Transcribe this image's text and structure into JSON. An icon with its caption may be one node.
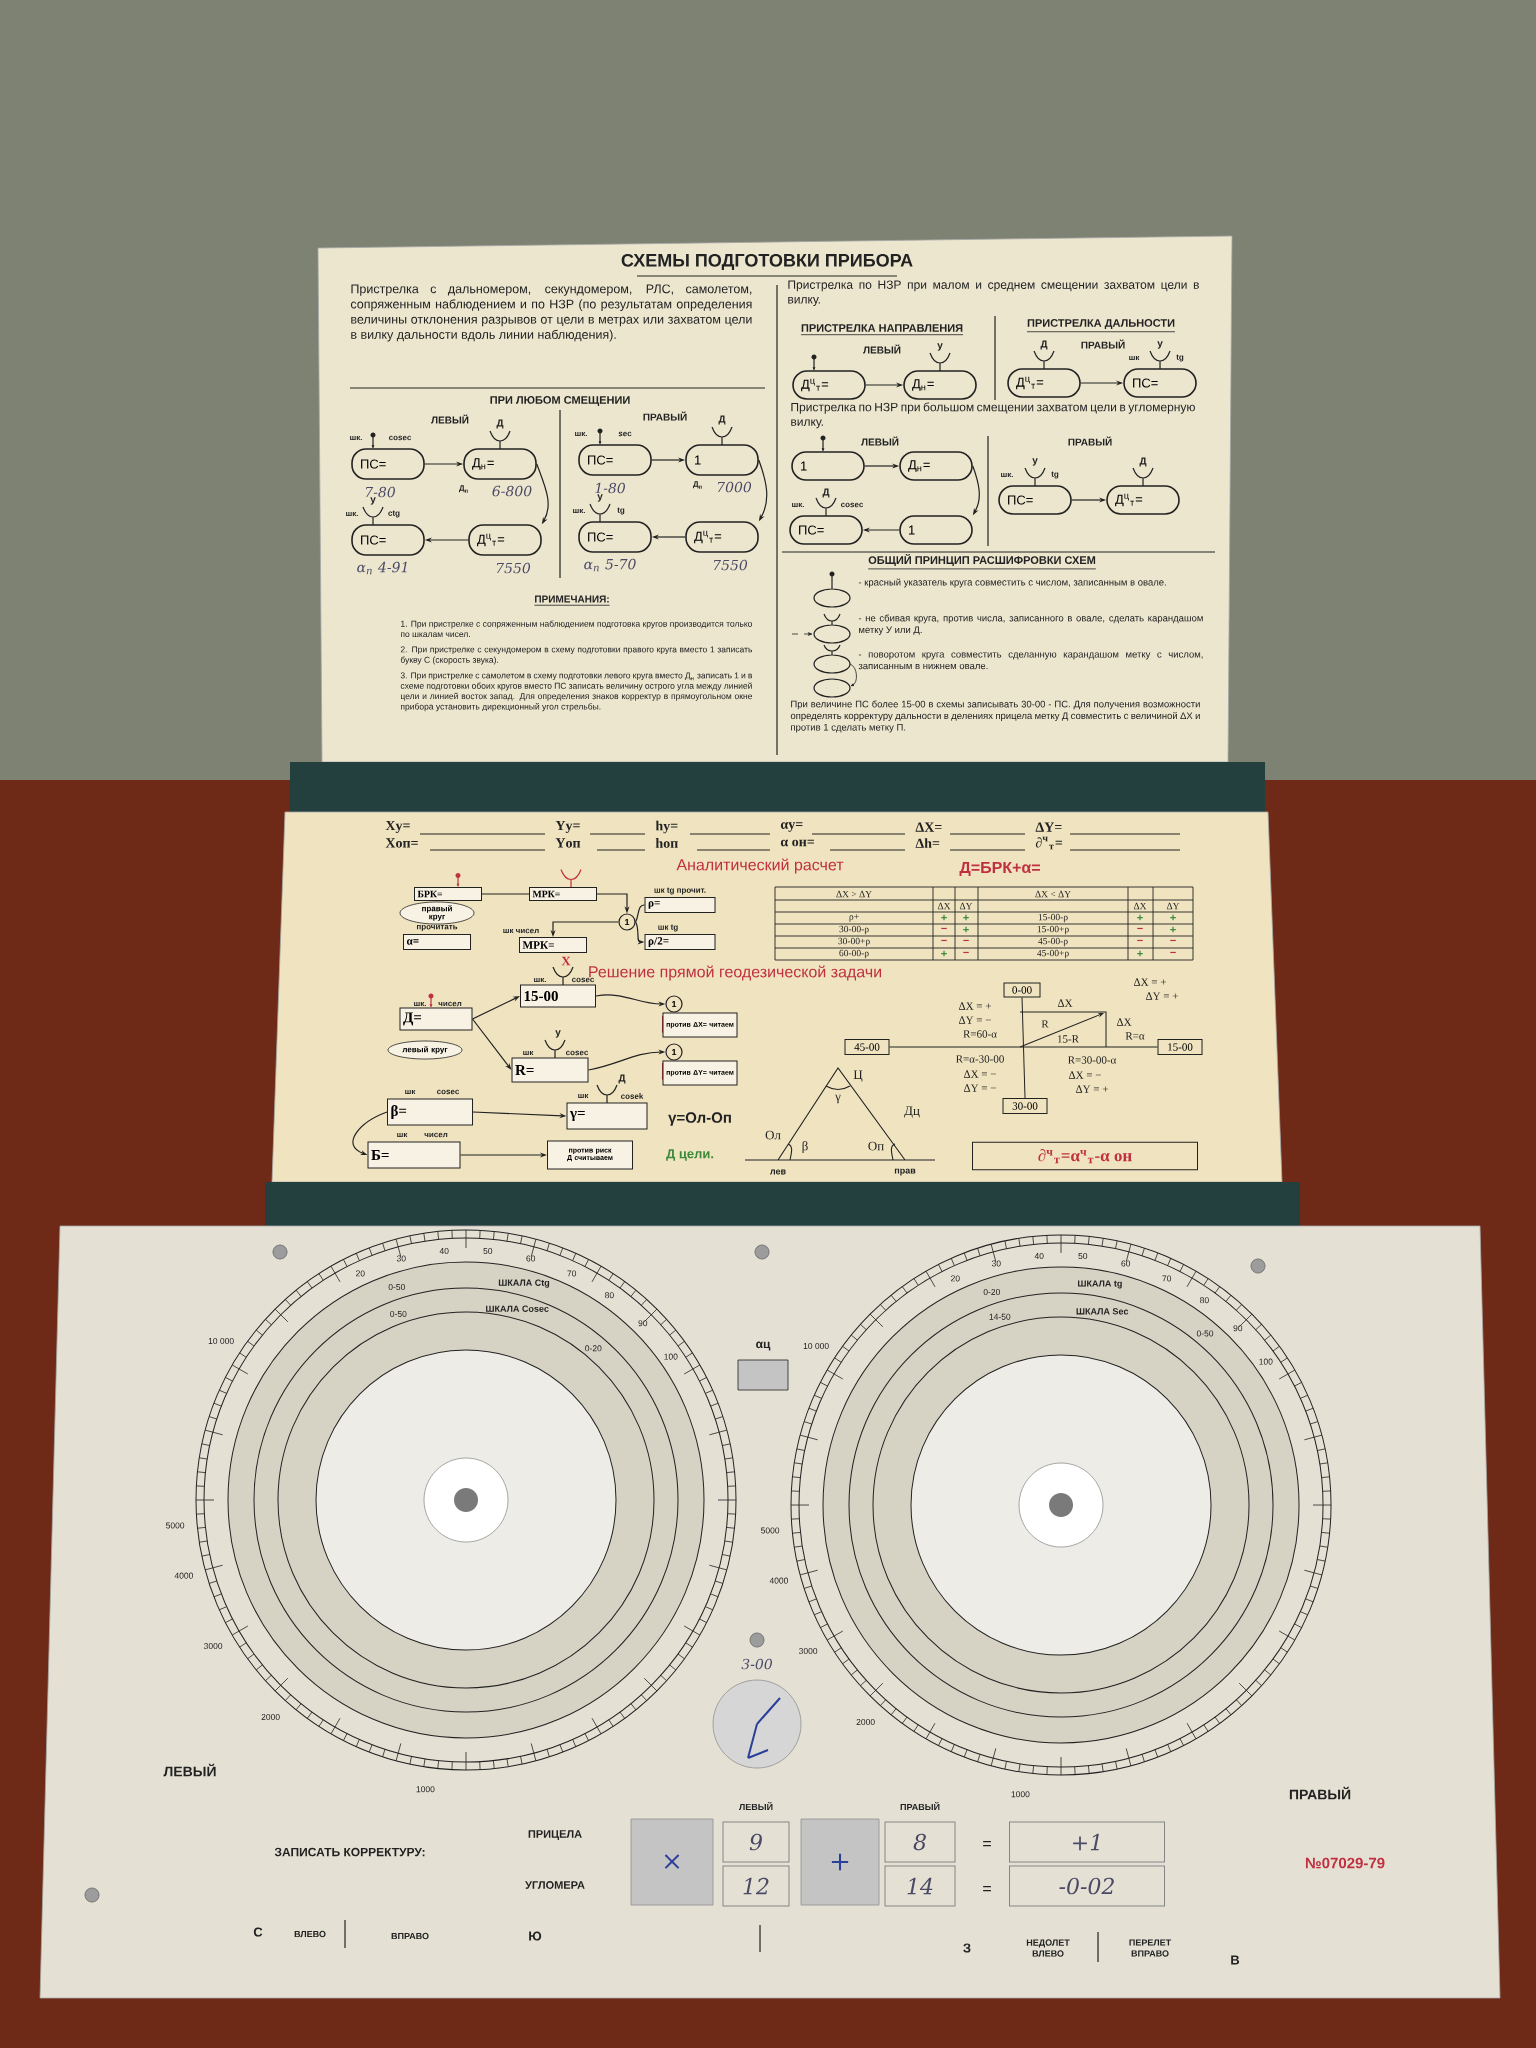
{
  "diagram": {
    "nodes": [
      {
        "text": [
          "ПС="
        ],
        "beside": [
          "шк.",
          "cosec",
          "7-80"
        ]
      },
      {
        "text": [
          "Д$_{н}$="
        ],
        "beside": [
          "Д",
          "Д$_{п}$",
          "6-800"
        ]
      },
      {
        "text": [
          "Д$^{ц}$$_{т}$="
        ],
        "beside": [
          "7550"
        ]
      },
      {
        "text": [
          "ПС="
        ],
        "beside": [
          "у",
          "шк.",
          "ctg",
          "α$_{п}$ 4-91"
        ]
      },
      {
        "text": [
          "ПС="
        ],
        "beside": [
          "шк.",
          "sec",
          "1-80"
        ]
      },
      {
        "text": [
          "1"
        ],
        "beside": [
          "Д",
          "Д$_{п}$",
          "7000"
        ]
      },
      {
        "text": [
          "Д$^{ц}$$_{т}$="
        ],
        "beside": [
          "7550"
        ]
      },
      {
        "text": [
          "ПС="
        ],
        "beside": [
          "у",
          "шк.",
          "tg",
          "α$_{п}$ 5-70"
        ]
      },
      {
        "text": [
          "Д$^{ц}$$_{т}$="
        ]
      },
      {
        "text": [
          "Д$_{н}$="
        ],
        "beside": [
          "у"
        ]
      },
      {
        "text": [
          "Д$^{ц}$$_{т}$="
        ],
        "beside": [
          "Д"
        ]
      },
      {
        "text": [
          "ПС="
        ],
        "beside": [
          "у",
          "шк",
          "tg"
        ]
      },
      {
        "text": [
          "1"
        ]
      },
      {
        "text": [
          "Д$_{н}$="
        ]
      },
      {
        "text": [
          "1"
        ]
      },
      {
        "text": [
          "ПС="
        ],
        "beside": [
          "Д",
          "шк.",
          "cosec"
        ]
      },
      {
        "text": [
          "ПС="
        ],
        "beside": [
          "у",
          "шк.",
          "tg"
        ]
      },
      {
        "text": [
          "Д$^{ц}$$_{т}$="
        ],
        "beside": [
          "Д"
        ]
      },
      {
        "text": [
          "БРК="
        ]
      },
      {
        "text": [
          "МРК="
        ]
      },
      {
        "text": [
          "ρ="
        ],
        "beside": [
          "шк tg прочит."
        ]
      },
      {
        "text": [
          "1"
        ]
      },
      {
        "text": [
          "ρ/2="
        ],
        "beside": [
          "шк tg"
        ]
      },
      {
        "text": [
          "МРК="
        ],
        "beside": [
          "шк чисел"
        ]
      },
      {
        "text": [
          "α="
        ],
        "beside": [
          "прочитать"
        ]
      },
      {
        "text": [
          "правый круг"
        ]
      },
      {
        "text": [
          "левый круг"
        ]
      },
      {
        "text": [
          "Д="
        ],
        "beside": [
          "шк.",
          "чисел"
        ]
      },
      {
        "text": [
          "15-00"
        ],
        "beside": [
          "X",
          "шк.",
          "cosec"
        ]
      },
      {
        "text": [
          "R="
        ],
        "beside": [
          "у",
          "шк",
          "cosec"
        ]
      },
      {
        "text": [
          "1"
        ]
      },
      {
        "text": [
          "против ΔX= читаем"
        ]
      },
      {
        "text": [
          "1"
        ]
      },
      {
        "text": [
          "против ΔY= читаем"
        ]
      },
      {
        "text": [
          "β="
        ],
        "beside": [
          "шк",
          "cosec"
        ]
      },
      {
        "text": [
          "γ="
        ],
        "beside": [
          "Д",
          "шк",
          "cosek"
        ]
      },
      {
        "text": [
          "Б="
        ],
        "beside": [
          "шк",
          "чисел"
        ]
      },
      {
        "text": [
          "против риск Д считываем"
        ]
      },
      {
        "text": [
          "0-00"
        ]
      },
      {
        "text": [
          "45-00"
        ]
      },
      {
        "text": [
          "15-00"
        ]
      },
      {
        "text": [
          "30-00"
        ]
      },
      {
        "text": [
          "∂$^{ч}$$_{т}$=α$^{ч}$$_{т}$-α он"
        ]
      },
      {
        "text": [
          "9"
        ]
      },
      {
        "text": [
          "12"
        ]
      },
      {
        "text": [
          "8"
        ]
      },
      {
        "text": [
          "14"
        ]
      },
      {
        "text": [
          "+1"
        ]
      },
      {
        "text": [
          "-0-02"
        ]
      },
      {
        "text": [
          "×"
        ]
      },
      {
        "text": [
          "+"
        ]
      }
    ],
    "edges": [
      {
        "from": 0,
        "to": 1,
        "arrow": "to"
      },
      {
        "from": 1,
        "to": 2,
        "arrow": "to"
      },
      {
        "from": 2,
        "to": 3,
        "arrow": "to"
      },
      {
        "from": 4,
        "to": 5,
        "arrow": "to"
      },
      {
        "from": 5,
        "to": 6,
        "arrow": "to"
      },
      {
        "from": 6,
        "to": 7,
        "arrow": "to"
      },
      {
        "from": 8,
        "to": 9,
        "arrow": "to"
      },
      {
        "from": 10,
        "to": 11,
        "arrow": "to"
      },
      {
        "from": 12,
        "to": 13,
        "arrow": "to"
      },
      {
        "from": 13,
        "to": 14,
        "arrow": "to"
      },
      {
        "from": 14,
        "to": 15,
        "arrow": "to"
      },
      {
        "from": 16,
        "to": 17,
        "arrow": "to"
      },
      {
        "from": 18,
        "to": 19,
        "arrow": "none"
      },
      {
        "from": 19,
        "to": 21,
        "arrow": "to"
      },
      {
        "from": 21,
        "to": 20,
        "arrow": "none"
      },
      {
        "from": 21,
        "to": 22,
        "arrow": "to"
      },
      {
        "from": 21,
        "to": 23,
        "arrow": "to"
      },
      {
        "from": 27,
        "to": 28,
        "arrow": "to"
      },
      {
        "from": 27,
        "to": 29,
        "arrow": "to"
      },
      {
        "from": 28,
        "to": 30,
        "arrow": "to"
      },
      {
        "from": 29,
        "to": 32,
        "arrow": "to"
      },
      {
        "from": 34,
        "to": 35,
        "arrow": "to"
      },
      {
        "from": 34,
        "to": 36,
        "arrow": "to"
      },
      {
        "from": 36,
        "to": 37,
        "arrow": "to"
      },
      {
        "from": 38,
        "to": 41,
        "arrow": "none"
      },
      {
        "from": 39,
        "to": 40,
        "arrow": "none"
      }
    ],
    "labels": [
      "СХЕМЫ ПОДГОТОВКИ ПРИБОРА",
      "Пристрелка с дальномером, секундомером, РЛС, самолетом, сопряженным наблюдением и по НЗР (по результатам определения величины отклонения разрывов от цели в метрах или захватом цели в вилку дальности вдоль линии наблюдения).",
      "ПРИ ЛЮБОМ СМЕЩЕНИИ",
      "ЛЕВЫЙ",
      "ПРАВЫЙ",
      "ПРИМЕЧАНИЯ:",
      "1. При пристрелке с сопряженным наблюдением подготовка кругов производится только по шкалам чисел.",
      "2. При пристрелке с секундомером в схему подготовки правого круга вместо 1 записать букву С (скорость звука).",
      "3. При пристрелке с самолетом в схему подготовки левого круга вместо Д$_{н}$ записать 1 и в схеме подготовки обоих кругов вместо ПС записать величину острого угла между линией цели и линией восток запад. Для определения знаков корректур в прямоугольном окне прибора установить дирекционный угол стрельбы.",
      "Пристрелка по НЗР при малом и среднем смещении захватом цели в вилку.",
      "ПРИСТРЕЛКА НАПРАВЛЕНИЯ",
      "ЛЕВЫЙ",
      "ПРИСТРЕЛКА ДАЛЬНОСТИ",
      "ПРАВЫЙ",
      "Пристрелка по НЗР при большом смещении захватом цели в угломерную вилку.",
      "ЛЕВЫЙ",
      "ПРАВЫЙ",
      "ОБЩИЙ ПРИНЦИП РАСШИФРОВКИ СХЕМ",
      "- красный указатель круга совместить с числом, записанным в овале.",
      "- не сбивая круга, против числа, записанного в овале, сделать карандашом метку У или Д.",
      "- поворотом круга совместить сделанную карандашом метку с числом, записанным в нижнем овале.",
      "При величине ПС более 15-00 в схемы записывать 30-00 - ПС. Для получения возможности определять корректуру дальности в делениях прицела метку Д совместить с величиной ΔX и против 1 сделать метку П.",
      "Xу=",
      "Yу=",
      "hу=",
      "αу=",
      "ΔX=",
      "ΔY=",
      "Xоп=",
      "Yоп",
      "hоп",
      "α он=",
      "Δh=",
      "∂$^{ч}$$_{т}$=",
      "Аналитический расчет",
      "Д=БРК+α=",
      "ΔX > ΔY",
      "ΔX < ΔY",
      "ΔX",
      "ΔY",
      "ΔX",
      "ΔY",
      "ρ+",
      "+",
      "+",
      "15-00-ρ",
      "+",
      "+",
      "30-00-ρ",
      "−",
      "+",
      "15-00+ρ",
      "−",
      "+",
      "30-00+ρ",
      "−",
      "−",
      "45-00-ρ",
      "−",
      "−",
      "60-00-ρ",
      "+",
      "−",
      "45-00+ρ",
      "+",
      "−",
      "Решение прямой геодезической задачи",
      "ΔX = +",
      "ΔY = −",
      "R=60-α",
      "ΔX",
      "R",
      "15-R",
      "ΔX",
      "R=α",
      "ΔX = +",
      "ΔY = +",
      "R=α-30-00",
      "ΔX = −",
      "ΔY = −",
      "R=30-00-α",
      "ΔX = −",
      "ΔY = +",
      "γ=Ол-Оп",
      "Д цели.",
      "Ц",
      "γ",
      "Дц",
      "Ол",
      "β",
      "Оп",
      "лев",
      "прав",
      "ШКАЛА Ctg",
      "0-50",
      "0-20",
      "ШКАЛА Cosec",
      "0-50",
      "20",
      "30",
      "40",
      "50",
      "60",
      "70",
      "80",
      "90",
      "100",
      "10 000",
      "5000",
      "4000",
      "3000",
      "2000",
      "1000",
      "ШКАЛА tg",
      "0-20",
      "ШКАЛА Sec",
      "14-50",
      "0-50",
      "20",
      "30",
      "40",
      "50",
      "60",
      "70",
      "80",
      "90",
      "100",
      "10 000",
      "5000",
      "4000",
      "3000",
      "2000",
      "1000",
      "αц",
      "3-00",
      "ЛЕВЫЙ",
      "ПРАВЫЙ",
      "ЗАПИСАТЬ КОРРЕКТУРУ:",
      "ПРИЦЕЛА",
      "УГЛОМЕРА",
      "ЛЕВЫЙ",
      "ПРАВЫЙ",
      "=",
      "=",
      "№07029-79",
      "С",
      "ВЛЕВО",
      "ВПРАВО",
      "Ю",
      "З",
      "НЕДОЛЕТ ВЛЕВО",
      "ПЕРЕЛЕТ ВПРАВО",
      "В"
    ]
  }
}
